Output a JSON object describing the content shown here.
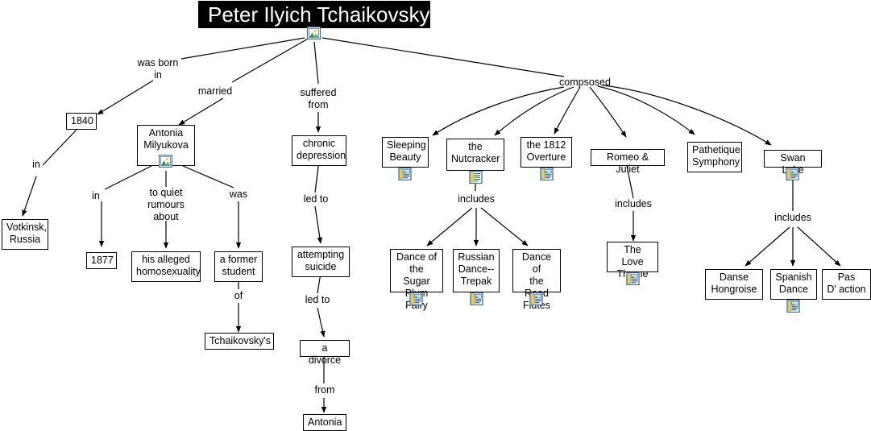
{
  "title": "Peter Ilyich Tchaikovsky",
  "nodes": {
    "root": "Peter Ilyich Tchaikovsky",
    "n1840": "1840",
    "votkinsk": "Votkinsk,\nRussia",
    "antonia_milyukova": "Antonia\nMilyukova",
    "n1877": "1877",
    "homosexuality": "his alleged\nhomosexuality",
    "former_student": "a former\nstudent",
    "tchaikovskys": "Tchaikovsky's",
    "chronic_depression": "chronic\ndepression",
    "attempting_suicide": "attempting\nsuicide",
    "a_divorce": "a divorce",
    "antonia": "Antonia",
    "sleeping_beauty": "Sleeping\nBeauty",
    "the_nutcracker": "the\nNutcracker",
    "the_1812_overture": "the 1812\nOverture",
    "romeo_juliet": "Romeo & Juliet",
    "pathetique_symphony": "Pathetique\nSymphony",
    "swan_lake": "Swan Lake",
    "sugar_plum_fairy": "Dance of\nthe Sugar\nPlum Fairy",
    "russian_dance": "Russian\nDance--\nTrepak",
    "reed_flutes": "Dance of\nthe Reed\nFlutes",
    "love_theme": "The Love\nTheme",
    "danse_hongroise": "Danse\nHongroise",
    "spanish_dance": "Spanish\nDance",
    "pas_daction": "Pas\nD' action"
  },
  "edge_labels": {
    "was_born_in": "was born\nin",
    "married": "married",
    "suffered_from": "suffered\nfrom",
    "compsosed": "compsosed",
    "in_votkinsk": "in",
    "in_1877": "in",
    "to_quiet_rumours_about": "to quiet\nrumours\nabout",
    "was": "was",
    "of": "of",
    "led_to_1": "led to",
    "led_to_2": "led to",
    "from": "from",
    "includes_nutcracker": "includes",
    "includes_romeo": "includes",
    "includes_swan": "includes"
  },
  "icons": {
    "picture_icon_name": "picture-icon",
    "document_icon_name": "document-icon",
    "plain_document_icon_name": "plain-document-icon"
  },
  "colors": {
    "title_background": "#000000",
    "title_text": "#ffffff",
    "node_border": "#000000",
    "node_background": "#ffffff",
    "edge_line": "#000000",
    "icon_border": "#3a6ea5",
    "icon_fill": "#ffffff",
    "icon_image_green": "#3c8c3c",
    "icon_image_sun": "#f0d050"
  }
}
